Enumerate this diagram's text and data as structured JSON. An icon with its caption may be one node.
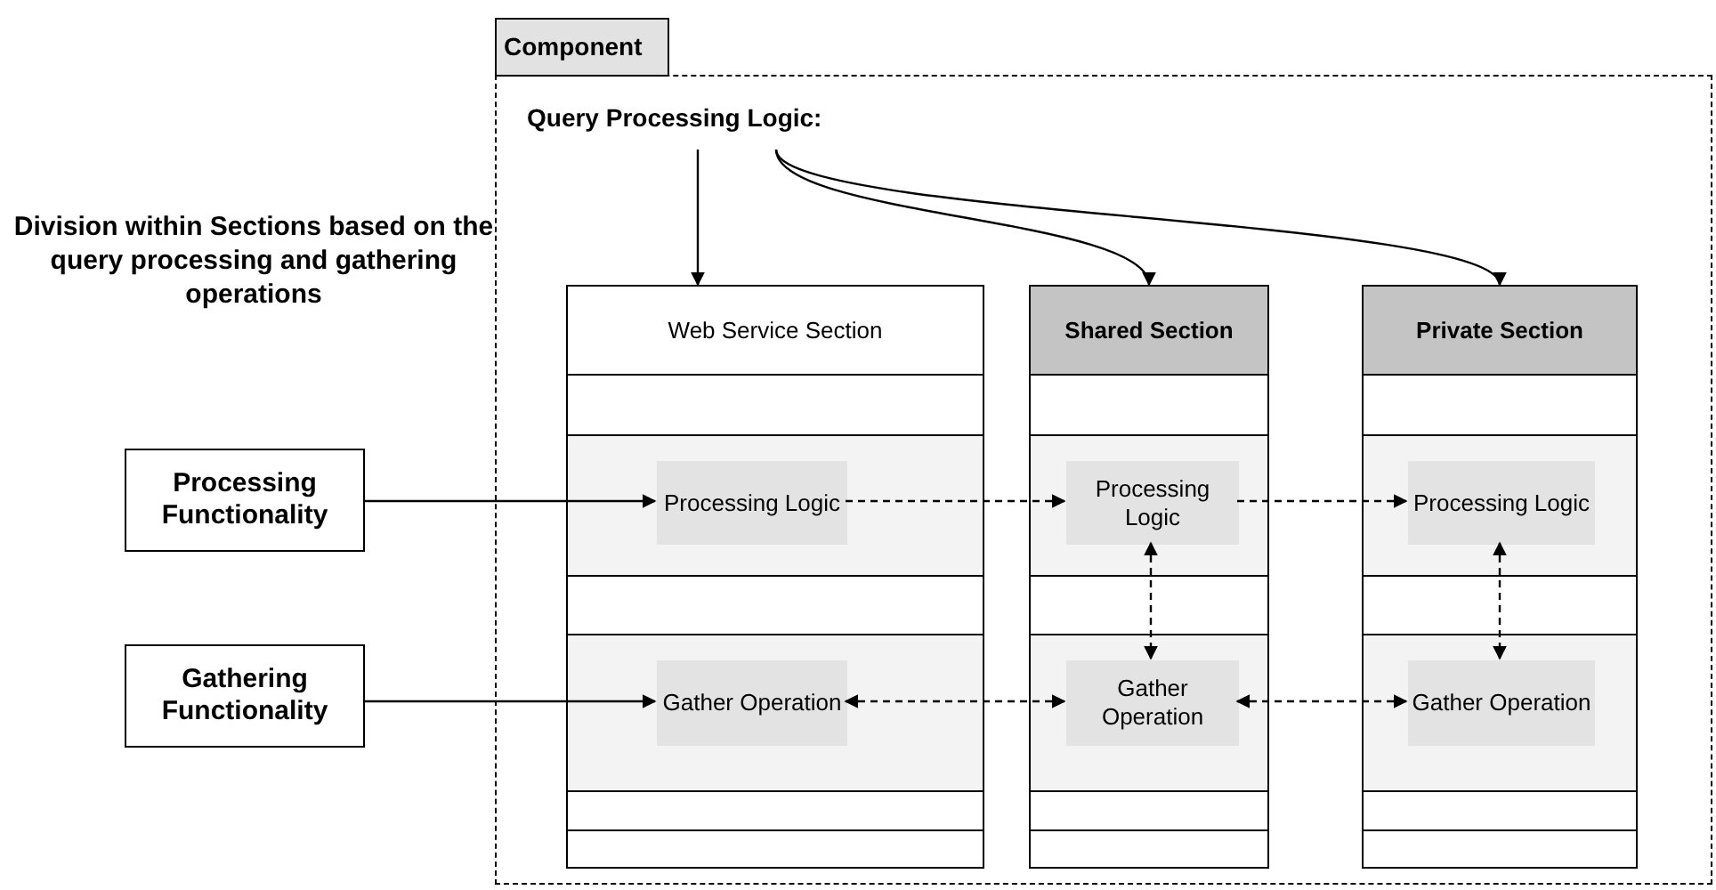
{
  "diagram": {
    "nodes": [
      {
        "text": [
          "Component"
        ]
      },
      {
        "text": [
          "Query Processing Logic:"
        ],
        "in": 0
      },
      {
        "text": [
          "Web Service Section"
        ],
        "in": 0
      },
      {
        "text": [
          "Shared Section"
        ],
        "in": 0
      },
      {
        "text": [
          "Private Section"
        ],
        "in": 0
      },
      {
        "text": [
          "Processing Logic"
        ],
        "in": 2
      },
      {
        "text": [
          "Gather Operation"
        ],
        "in": 2
      },
      {
        "text": [
          "Processing Logic"
        ],
        "in": 3
      },
      {
        "text": [
          "Gather Operation"
        ],
        "in": 3
      },
      {
        "text": [
          "Processing Logic"
        ],
        "in": 4
      },
      {
        "text": [
          "Gather Operation"
        ],
        "in": 4
      },
      {
        "text": [
          "Processing Functionality"
        ]
      },
      {
        "text": [
          "Gathering Functionality"
        ]
      }
    ],
    "edges": [
      {
        "from": 1,
        "to": 2,
        "arrow": "to"
      },
      {
        "from": 1,
        "to": 3,
        "arrow": "to"
      },
      {
        "from": 1,
        "to": 4,
        "arrow": "to"
      },
      {
        "from": 11,
        "to": 5,
        "arrow": "to"
      },
      {
        "from": 5,
        "to": 7,
        "arrow": "to",
        "style": "dashed"
      },
      {
        "from": 7,
        "to": 9,
        "arrow": "to",
        "style": "dashed"
      },
      {
        "from": 7,
        "to": 8,
        "arrow": "both",
        "style": "dashed"
      },
      {
        "from": 9,
        "to": 10,
        "arrow": "both",
        "style": "dashed"
      },
      {
        "from": 12,
        "to": 6,
        "arrow": "to"
      },
      {
        "from": 6,
        "to": 8,
        "arrow": "both",
        "style": "dashed"
      },
      {
        "from": 8,
        "to": 10,
        "arrow": "both",
        "style": "dashed"
      }
    ],
    "labels": [
      "Division within Sections based on the query processing and gathering operations"
    ]
  }
}
